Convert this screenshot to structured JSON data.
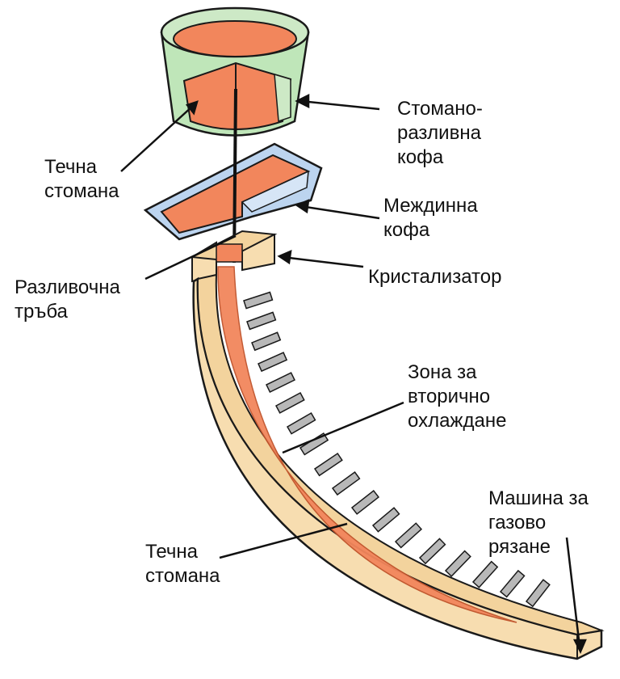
{
  "labels": {
    "ladle": [
      "Стомано-",
      "разливна",
      "кофа"
    ],
    "liquid_steel_top": [
      "Течна",
      "стомана"
    ],
    "tundish": [
      "Междинна",
      "кофа"
    ],
    "shroud": [
      "Разливочна",
      "тръба"
    ],
    "mold": [
      "Кристализатор"
    ],
    "secondary_cooling": [
      "Зона за",
      "вторично",
      "охлаждане"
    ],
    "gas_cutting": [
      "Машина за",
      "газово",
      "рязане"
    ],
    "liquid_steel_bottom": [
      "Течна",
      "стомана"
    ]
  },
  "colors": {
    "ladle_shell": "#bfe6b9",
    "ladle_inner": "#cde9c6",
    "steel": "#f2865c",
    "steel_dark": "#e36f45",
    "tundish_shell": "#bcd4ef",
    "strand": "#f7ddb0",
    "strand_edge": "#c9a56e",
    "roller": "#b8b8b8",
    "outline": "#1a1a1a"
  }
}
